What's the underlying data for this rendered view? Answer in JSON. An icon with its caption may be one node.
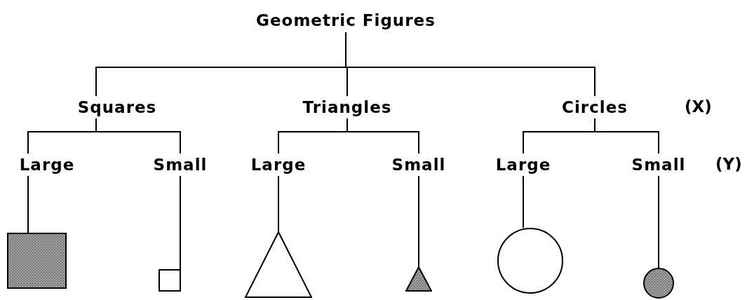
{
  "diagram": {
    "nodes": [
      {
        "text": [
          "Geometric Figures"
        ]
      },
      {
        "text": [
          "Squares"
        ]
      },
      {
        "text": [
          "Triangles"
        ]
      },
      {
        "text": [
          "Circles"
        ]
      },
      {
        "text": [
          "Large"
        ]
      },
      {
        "text": [
          "Small"
        ]
      },
      {
        "text": [
          "Large"
        ]
      },
      {
        "text": [
          "Small"
        ]
      },
      {
        "text": [
          "Large"
        ]
      },
      {
        "text": [
          "Small"
        ]
      },
      {
        "text": [],
        "shape": "box"
      },
      {
        "text": [],
        "shape": "box"
      },
      {
        "text": [],
        "shape": "triangle"
      },
      {
        "text": [],
        "shape": "triangle"
      },
      {
        "text": [],
        "shape": "circle"
      },
      {
        "text": [],
        "shape": "circle"
      }
    ],
    "edges": [
      {
        "from": 0,
        "to": 1,
        "arrow": "none"
      },
      {
        "from": 0,
        "to": 2,
        "arrow": "none"
      },
      {
        "from": 0,
        "to": 3,
        "arrow": "none"
      },
      {
        "from": 1,
        "to": 4,
        "arrow": "none"
      },
      {
        "from": 1,
        "to": 5,
        "arrow": "none"
      },
      {
        "from": 2,
        "to": 6,
        "arrow": "none"
      },
      {
        "from": 2,
        "to": 7,
        "arrow": "none"
      },
      {
        "from": 3,
        "to": 8,
        "arrow": "none"
      },
      {
        "from": 3,
        "to": 9,
        "arrow": "none"
      },
      {
        "from": 4,
        "to": 10,
        "arrow": "none"
      },
      {
        "from": 5,
        "to": 11,
        "arrow": "none"
      },
      {
        "from": 6,
        "to": 12,
        "arrow": "none"
      },
      {
        "from": 7,
        "to": 13,
        "arrow": "none"
      },
      {
        "from": 8,
        "to": 14,
        "arrow": "none"
      },
      {
        "from": 9,
        "to": 15,
        "arrow": "none"
      }
    ],
    "labels": [
      "(X)",
      "(Y)"
    ]
  }
}
